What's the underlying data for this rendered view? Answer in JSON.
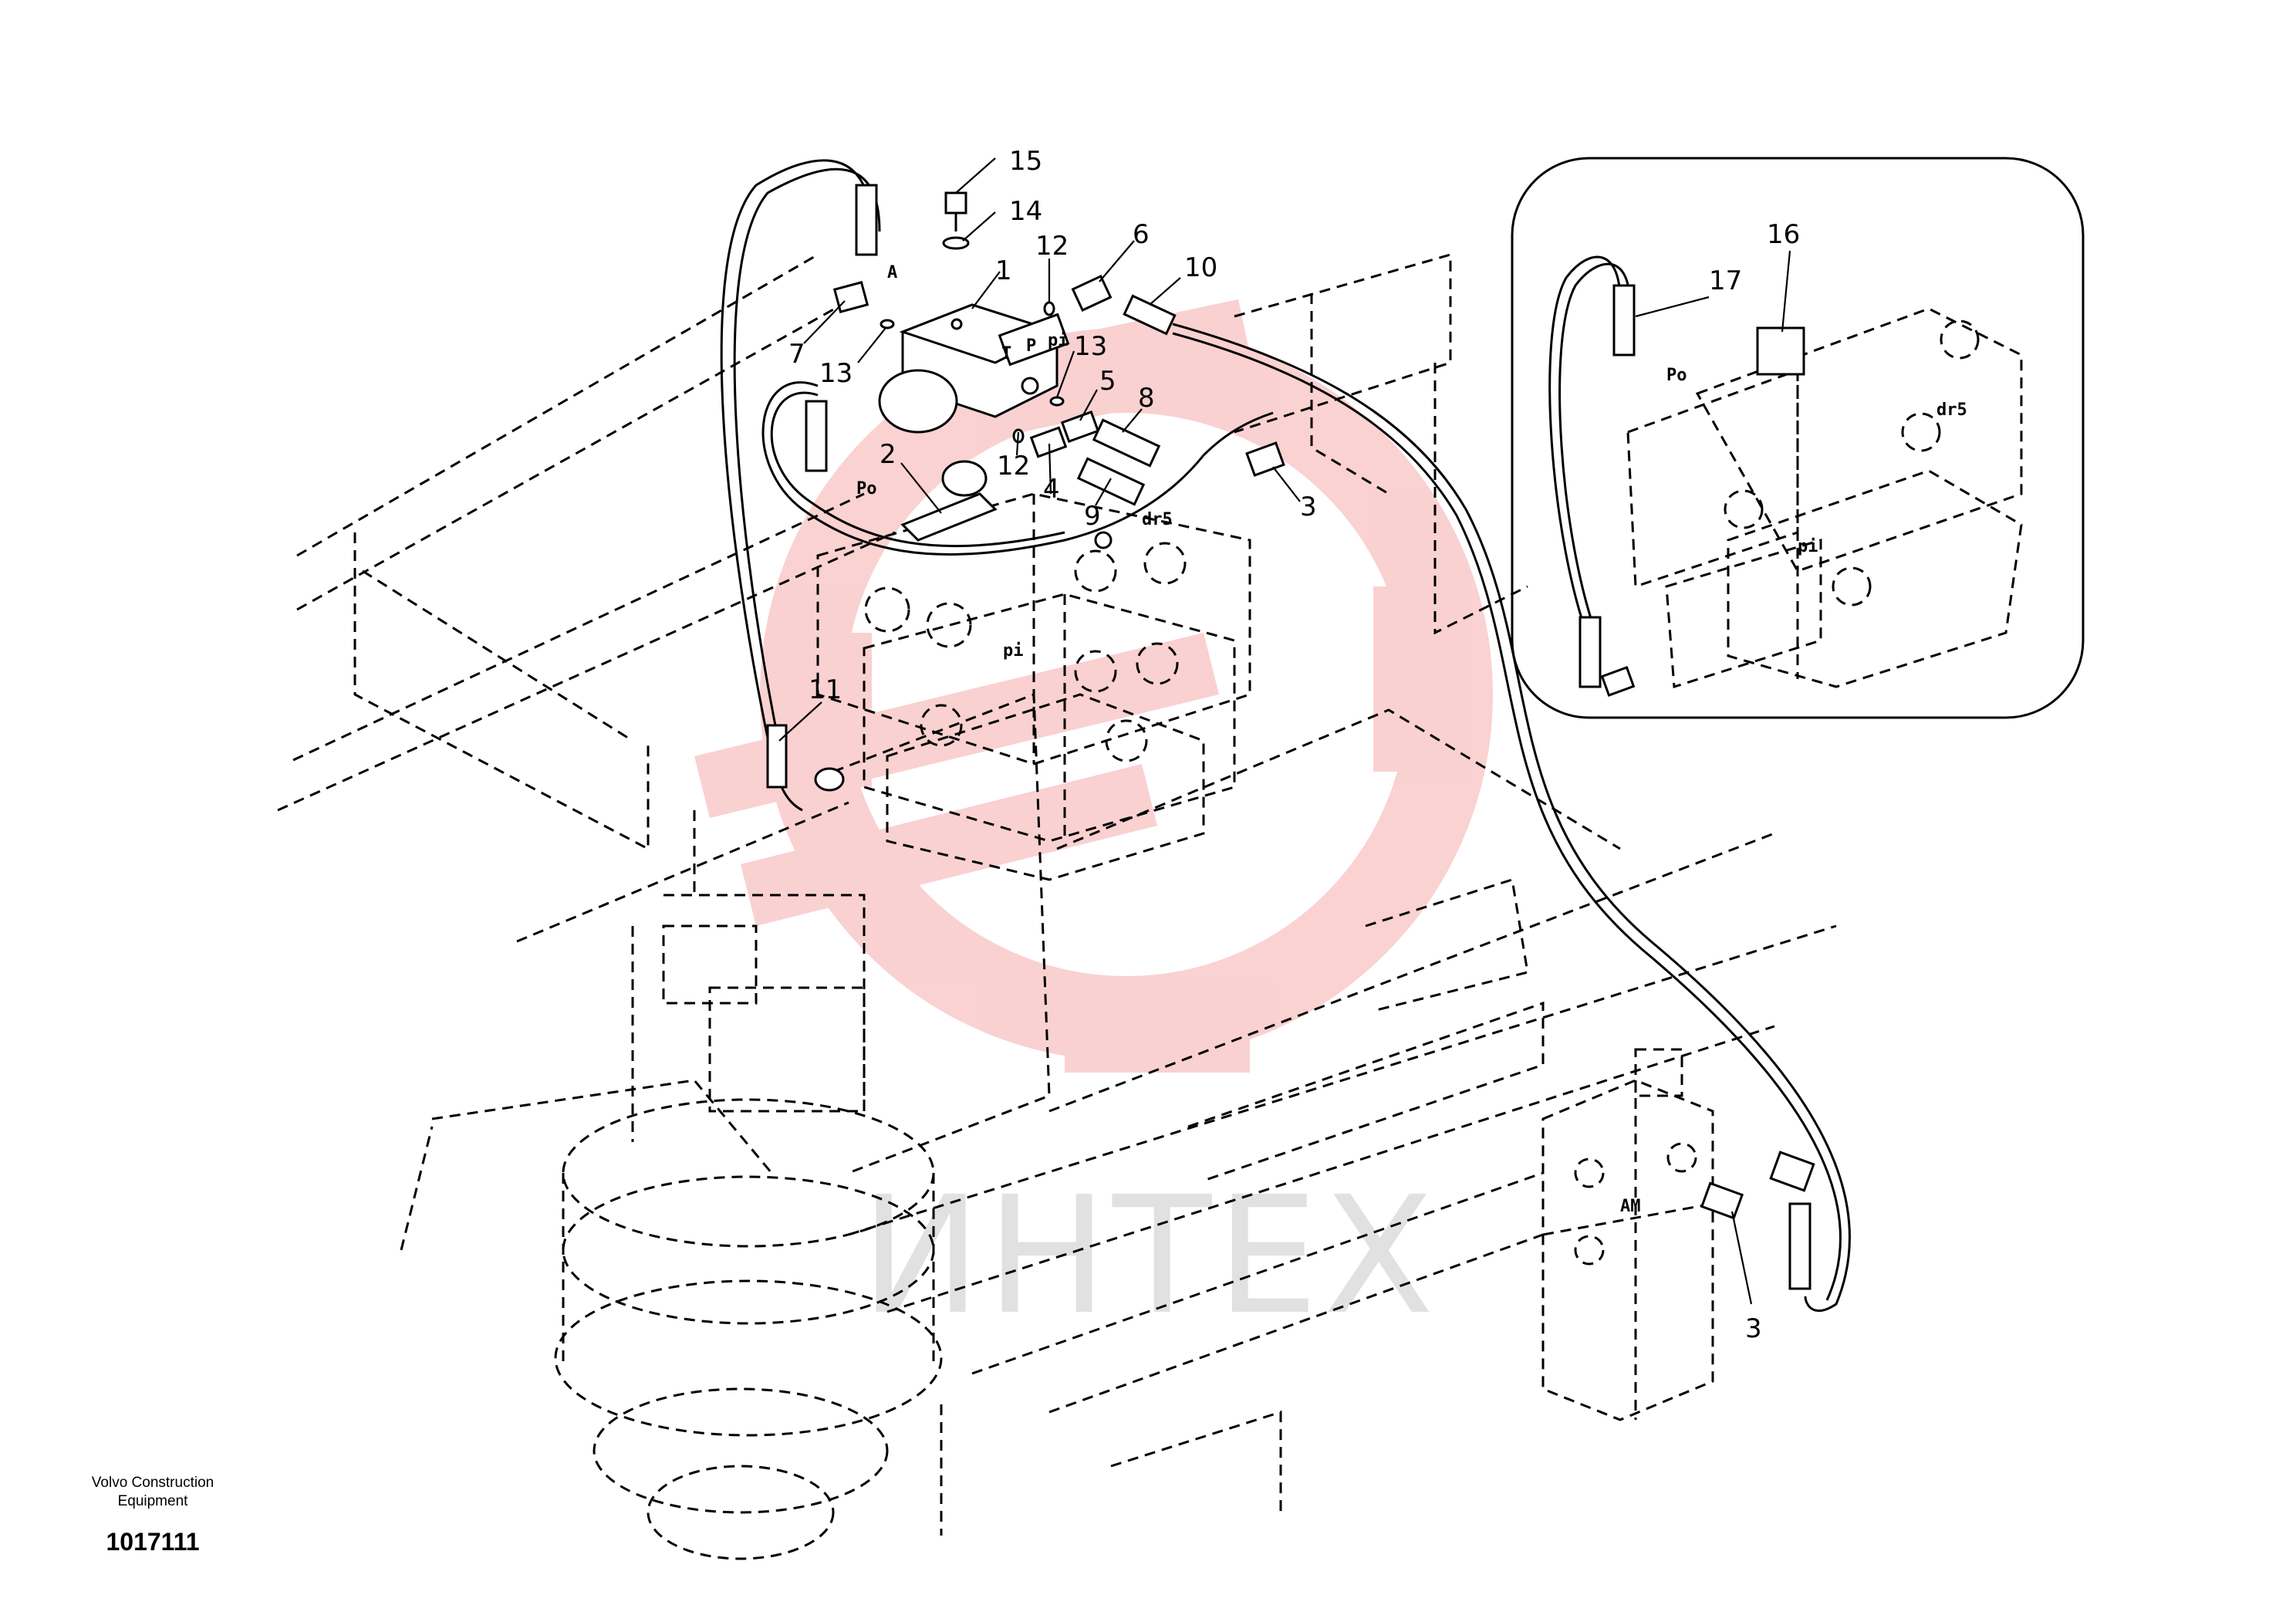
{
  "footer": {
    "manufacturer_line1": "Volvo Construction",
    "manufacturer_line2": "Equipment",
    "drawing_number": "1017111"
  },
  "watermark": {
    "text": "ИНТЕХ",
    "logo_color": "#e8322f",
    "text_color": "#bdbdbd"
  },
  "callouts": {
    "c1": "1",
    "c2": "2",
    "c3a": "3",
    "c3b": "3",
    "c4": "4",
    "c5": "5",
    "c6": "6",
    "c7": "7",
    "c8": "8",
    "c9": "9",
    "c10": "10",
    "c11": "11",
    "c12a": "12",
    "c12b": "12",
    "c13a": "13",
    "c13b": "13",
    "c14": "14",
    "c15": "15",
    "c16": "16",
    "c17": "17"
  },
  "port_labels": {
    "block_t": "T",
    "block_p": "P",
    "block_pi": "pi",
    "block_a": "A",
    "main_po": "Po",
    "main_dr5": "dr5",
    "main_pi": "pi",
    "inset_po": "Po",
    "inset_dr5": "dr5",
    "inset_pi": "pi",
    "am": "AM"
  }
}
